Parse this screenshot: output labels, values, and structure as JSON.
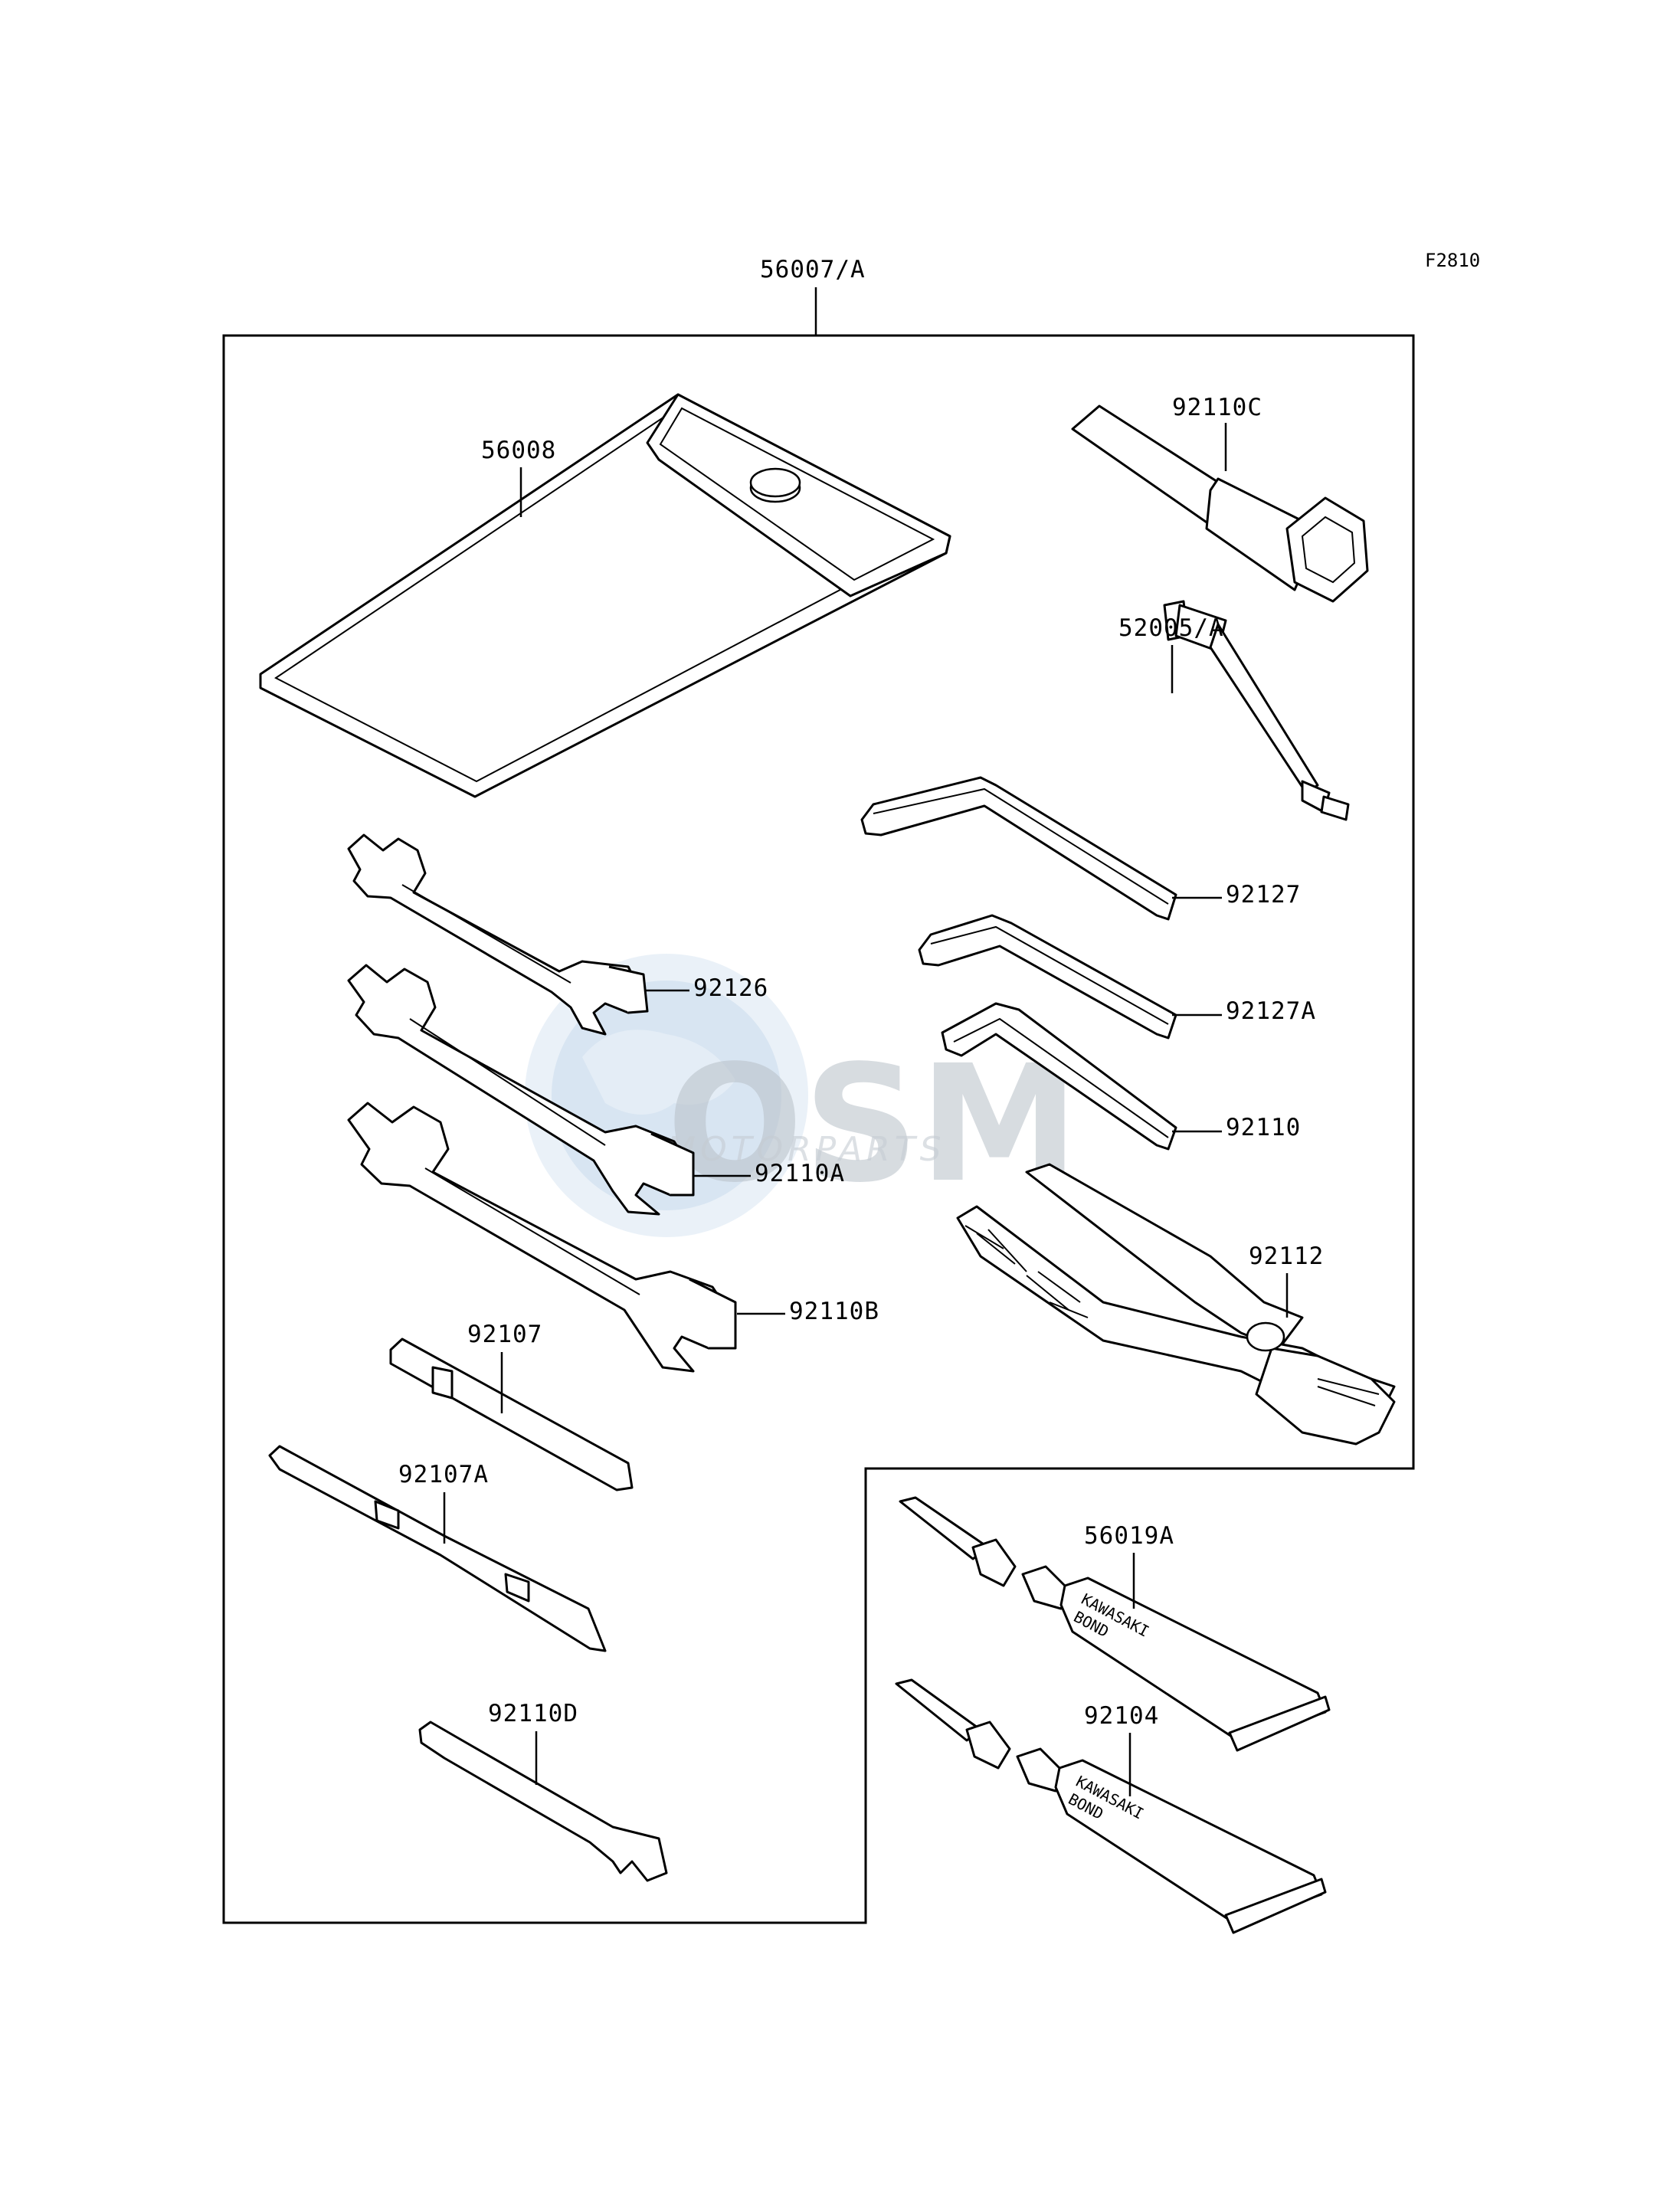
{
  "figure_code": "F2810",
  "kit_label": "56007/A",
  "watermark": {
    "brand": "OSM",
    "sub": "MOTORPARTS"
  },
  "tube_text": {
    "line1": "KAWASAKI",
    "line2": "BOND"
  },
  "parts": {
    "p56008": "56008",
    "p92110C": "92110C",
    "p52005A": "52005/A",
    "p92127": "92127",
    "p92127A": "92127A",
    "p92110": "92110",
    "p92126": "92126",
    "p92110A": "92110A",
    "p92110B": "92110B",
    "p92112": "92112",
    "p92107": "92107",
    "p92107A": "92107A",
    "p92110D": "92110D",
    "p56019A": "56019A",
    "p92104": "92104"
  }
}
